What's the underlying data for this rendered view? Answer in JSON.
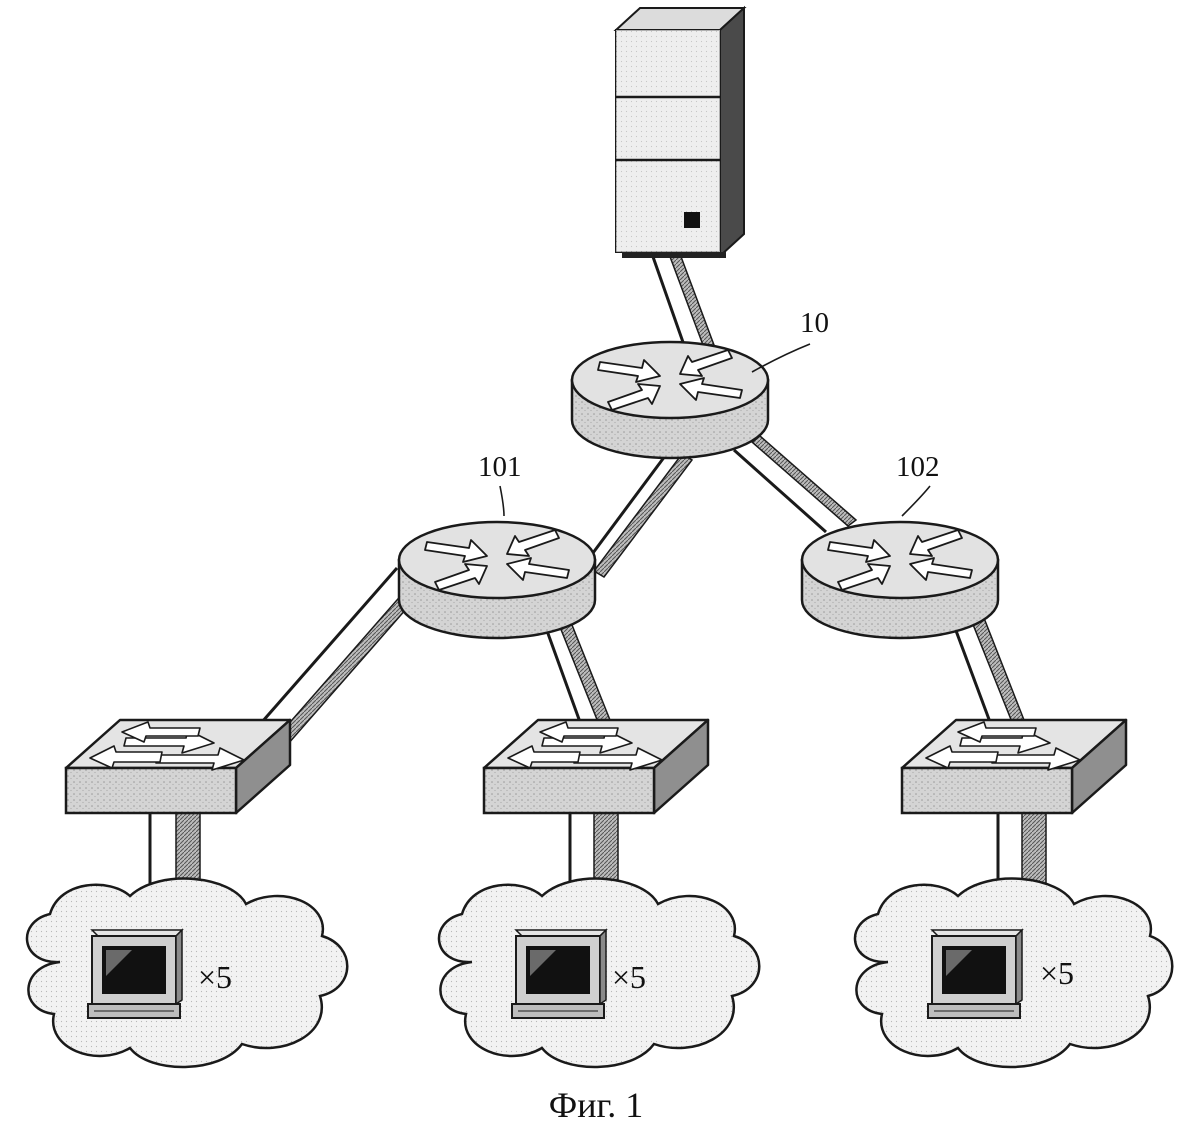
{
  "figure": {
    "caption": "Фиг. 1",
    "labels": {
      "core_router": "10",
      "router_left": "101",
      "router_right": "102"
    },
    "host_groups": [
      {
        "multiplier": "×5"
      },
      {
        "multiplier": "×5"
      },
      {
        "multiplier": "×5"
      }
    ]
  },
  "colors": {
    "device_fill": "#d6d6d6",
    "device_dark": "#8f8f8f",
    "cloud_fill": "#f1f1f1",
    "line": "#1a1a1a"
  }
}
